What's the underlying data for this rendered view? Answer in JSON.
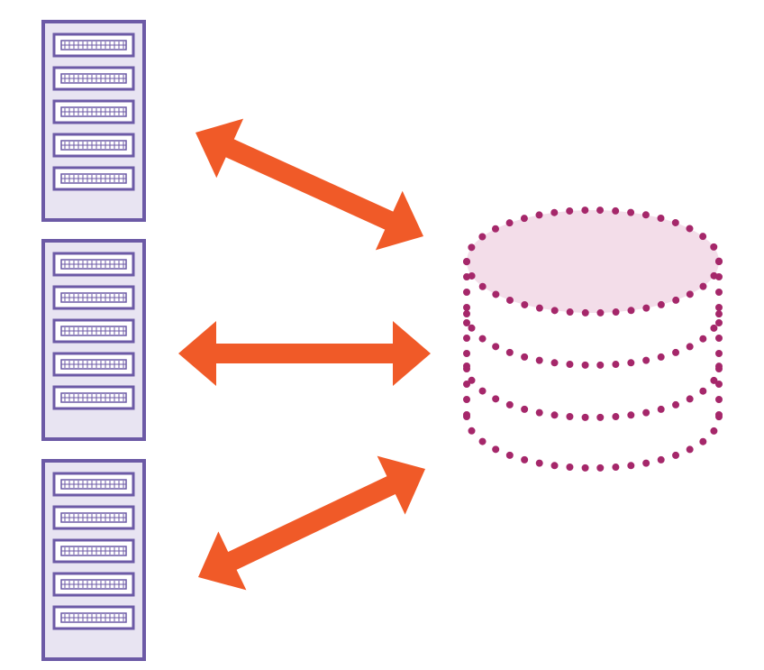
{
  "diagram": {
    "servers": [
      {
        "id": "server-1",
        "icon": "server-rack-icon",
        "drives": 5
      },
      {
        "id": "server-2",
        "icon": "server-rack-icon",
        "drives": 5
      },
      {
        "id": "server-3",
        "icon": "server-rack-icon",
        "drives": 5
      }
    ],
    "database": {
      "icon": "database-cylinder-icon",
      "style": "dotted"
    },
    "connections": [
      {
        "from": "server-1",
        "to": "database",
        "icon": "double-arrow-icon"
      },
      {
        "from": "server-2",
        "to": "database",
        "icon": "double-arrow-icon"
      },
      {
        "from": "server-3",
        "to": "database",
        "icon": "double-arrow-icon"
      }
    ],
    "colors": {
      "server_fill": "#e8e4f2",
      "server_stroke": "#6c5aa6",
      "arrow": "#f05a28",
      "database_dots": "#a5276a",
      "database_top_fill": "#f3dde9",
      "background": "#ffffff"
    }
  }
}
